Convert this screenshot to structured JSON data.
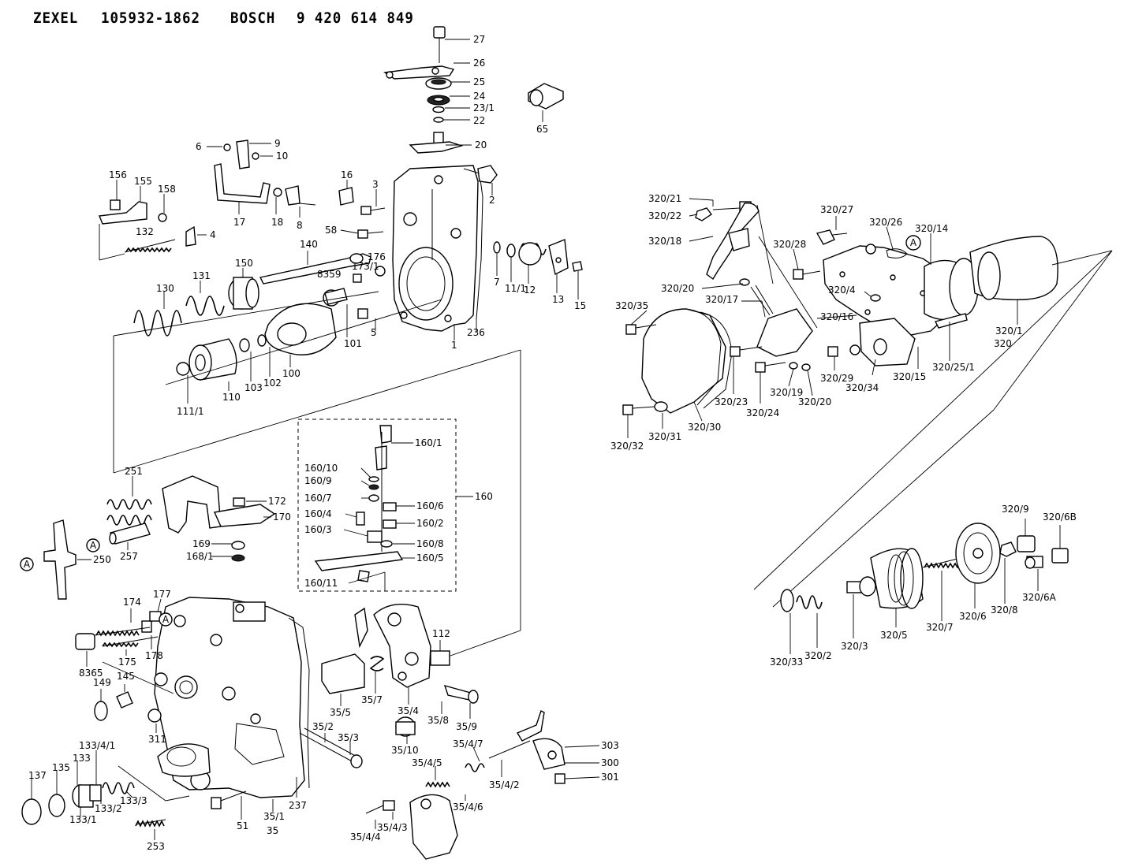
{
  "header": {
    "brand1": "ZEXEL",
    "part1": "105932-1862",
    "brand2": "BOSCH",
    "part2": "9 420 614 849"
  },
  "labels": [
    {
      "id": "27",
      "t": "27"
    },
    {
      "id": "26",
      "t": "26"
    },
    {
      "id": "25",
      "t": "25"
    },
    {
      "id": "24",
      "t": "24"
    },
    {
      "id": "23_1",
      "t": "23/1"
    },
    {
      "id": "22",
      "t": "22"
    },
    {
      "id": "20",
      "t": "20"
    },
    {
      "id": "65",
      "t": "65"
    },
    {
      "id": "6",
      "t": "6"
    },
    {
      "id": "9",
      "t": "9"
    },
    {
      "id": "10",
      "t": "10"
    },
    {
      "id": "156",
      "t": "156"
    },
    {
      "id": "155",
      "t": "155"
    },
    {
      "id": "158",
      "t": "158"
    },
    {
      "id": "16",
      "t": "16"
    },
    {
      "id": "3",
      "t": "3"
    },
    {
      "id": "2",
      "t": "2"
    },
    {
      "id": "17",
      "t": "17"
    },
    {
      "id": "18",
      "t": "18"
    },
    {
      "id": "8",
      "t": "8"
    },
    {
      "id": "4",
      "t": "4"
    },
    {
      "id": "132",
      "t": "132"
    },
    {
      "id": "58",
      "t": "58"
    },
    {
      "id": "140",
      "t": "140"
    },
    {
      "id": "176",
      "t": "176"
    },
    {
      "id": "173_1",
      "t": "173/1"
    },
    {
      "id": "7",
      "t": "7"
    },
    {
      "id": "11_1",
      "t": "11/1"
    },
    {
      "id": "12",
      "t": "12"
    },
    {
      "id": "13",
      "t": "13"
    },
    {
      "id": "15",
      "t": "15"
    },
    {
      "id": "150",
      "t": "150"
    },
    {
      "id": "131",
      "t": "131"
    },
    {
      "id": "130",
      "t": "130"
    },
    {
      "id": "8359",
      "t": "8359"
    },
    {
      "id": "101",
      "t": "101"
    },
    {
      "id": "5",
      "t": "5"
    },
    {
      "id": "1",
      "t": "1"
    },
    {
      "id": "236",
      "t": "236"
    },
    {
      "id": "111_1",
      "t": "111/1"
    },
    {
      "id": "110",
      "t": "110"
    },
    {
      "id": "103",
      "t": "103"
    },
    {
      "id": "102",
      "t": "102"
    },
    {
      "id": "100",
      "t": "100"
    },
    {
      "id": "251",
      "t": "251"
    },
    {
      "id": "257",
      "t": "257"
    },
    {
      "id": "250",
      "t": "250"
    },
    {
      "id": "172",
      "t": "172"
    },
    {
      "id": "170",
      "t": "170"
    },
    {
      "id": "169",
      "t": "169"
    },
    {
      "id": "168_1",
      "t": "168/1"
    },
    {
      "id": "160_1",
      "t": "160/1"
    },
    {
      "id": "160_10",
      "t": "160/10"
    },
    {
      "id": "160_9",
      "t": "160/9"
    },
    {
      "id": "160_7",
      "t": "160/7"
    },
    {
      "id": "160_6",
      "t": "160/6"
    },
    {
      "id": "160",
      "t": "160"
    },
    {
      "id": "160_4",
      "t": "160/4"
    },
    {
      "id": "160_2",
      "t": "160/2"
    },
    {
      "id": "160_3",
      "t": "160/3"
    },
    {
      "id": "160_8",
      "t": "160/8"
    },
    {
      "id": "160_5",
      "t": "160/5"
    },
    {
      "id": "160_11",
      "t": "160/11"
    },
    {
      "id": "174",
      "t": "174"
    },
    {
      "id": "177",
      "t": "177"
    },
    {
      "id": "8365",
      "t": "8365"
    },
    {
      "id": "175",
      "t": "175"
    },
    {
      "id": "178",
      "t": "178"
    },
    {
      "id": "149",
      "t": "149"
    },
    {
      "id": "145",
      "t": "145"
    },
    {
      "id": "311",
      "t": "311"
    },
    {
      "id": "112",
      "t": "112"
    },
    {
      "id": "35_5",
      "t": "35/5"
    },
    {
      "id": "35_7",
      "t": "35/7"
    },
    {
      "id": "35_4",
      "t": "35/4"
    },
    {
      "id": "35_8",
      "t": "35/8"
    },
    {
      "id": "35_9",
      "t": "35/9"
    },
    {
      "id": "35_10",
      "t": "35/10"
    },
    {
      "id": "35_2",
      "t": "35/2"
    },
    {
      "id": "35_3",
      "t": "35/3"
    },
    {
      "id": "133_4_1",
      "t": "133/4/1"
    },
    {
      "id": "133",
      "t": "133"
    },
    {
      "id": "137",
      "t": "137"
    },
    {
      "id": "135",
      "t": "135"
    },
    {
      "id": "133_3",
      "t": "133/3"
    },
    {
      "id": "133_2",
      "t": "133/2"
    },
    {
      "id": "133_1",
      "t": "133/1"
    },
    {
      "id": "253",
      "t": "253"
    },
    {
      "id": "51",
      "t": "51"
    },
    {
      "id": "35_1",
      "t": "35/1"
    },
    {
      "id": "35",
      "t": "35"
    },
    {
      "id": "237",
      "t": "237"
    },
    {
      "id": "35_4_7",
      "t": "35/4/7"
    },
    {
      "id": "303",
      "t": "303"
    },
    {
      "id": "300",
      "t": "300"
    },
    {
      "id": "301",
      "t": "301"
    },
    {
      "id": "35_4_5",
      "t": "35/4/5"
    },
    {
      "id": "35_4_2",
      "t": "35/4/2"
    },
    {
      "id": "35_4_6",
      "t": "35/4/6"
    },
    {
      "id": "35_4_3",
      "t": "35/4/3"
    },
    {
      "id": "35_4_4",
      "t": "35/4/4"
    },
    {
      "id": "320_21",
      "t": "320/21"
    },
    {
      "id": "320_22",
      "t": "320/22"
    },
    {
      "id": "320_18",
      "t": "320/18"
    },
    {
      "id": "320_27",
      "t": "320/27"
    },
    {
      "id": "320_26",
      "t": "320/26"
    },
    {
      "id": "320_14",
      "t": "320/14"
    },
    {
      "id": "320_28",
      "t": "320/28"
    },
    {
      "id": "320_20a",
      "t": "320/20"
    },
    {
      "id": "320_17",
      "t": "320/17"
    },
    {
      "id": "320_4",
      "t": "320/4"
    },
    {
      "id": "320_16",
      "t": "320/16"
    },
    {
      "id": "320_35",
      "t": "320/35"
    },
    {
      "id": "320_1",
      "t": "320/1"
    },
    {
      "id": "320",
      "t": "320"
    },
    {
      "id": "320_23",
      "t": "320/23"
    },
    {
      "id": "320_24",
      "t": "320/24"
    },
    {
      "id": "320_19",
      "t": "320/19"
    },
    {
      "id": "320_20b",
      "t": "320/20"
    },
    {
      "id": "320_29",
      "t": "320/29"
    },
    {
      "id": "320_34",
      "t": "320/34"
    },
    {
      "id": "320_15",
      "t": "320/15"
    },
    {
      "id": "320_25_1",
      "t": "320/25/1"
    },
    {
      "id": "320_32",
      "t": "320/32"
    },
    {
      "id": "320_31",
      "t": "320/31"
    },
    {
      "id": "320_30",
      "t": "320/30"
    },
    {
      "id": "320_9",
      "t": "320/9"
    },
    {
      "id": "320_6B",
      "t": "320/6B"
    },
    {
      "id": "320_6A",
      "t": "320/6A"
    },
    {
      "id": "320_8",
      "t": "320/8"
    },
    {
      "id": "320_6",
      "t": "320/6"
    },
    {
      "id": "320_7",
      "t": "320/7"
    },
    {
      "id": "320_5",
      "t": "320/5"
    },
    {
      "id": "320_3",
      "t": "320/3"
    },
    {
      "id": "320_2",
      "t": "320/2"
    },
    {
      "id": "320_33",
      "t": "320/33"
    }
  ],
  "markers": {
    "a": "A"
  }
}
